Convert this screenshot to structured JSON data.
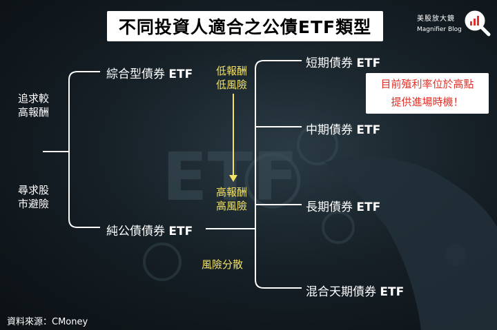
{
  "title": "不同投資人適合之公債ETF類型",
  "logo": {
    "brand_cn": "美股放大鏡",
    "brand_en": "Magnifier Blog"
  },
  "background": {
    "watermark": "ETF"
  },
  "left_labels": {
    "top": [
      "追求較",
      "高報酬"
    ],
    "bottom": [
      "尋求股",
      "市避險"
    ]
  },
  "mid_nodes": {
    "composite": "綜合型債券 ETF",
    "pure": "純公債債券 ETF"
  },
  "risk_labels": {
    "low": [
      "低報酬",
      "低風險"
    ],
    "high": [
      "高報酬",
      "高風險"
    ],
    "diversify": "風險分散"
  },
  "right_nodes": {
    "short": "短期債券 ETF",
    "medium": "中期債券 ETF",
    "long": "長期債券 ETF",
    "mixed": "混合天期債券 ETF"
  },
  "callout": {
    "line1": "目前殖利率位於高點",
    "line2": "提供進場時機！"
  },
  "source": "資料來源：CMoney",
  "colors": {
    "accent_red": "#e0302a",
    "risk_yellow": "#f3e266",
    "line_white": "#ffffff"
  }
}
